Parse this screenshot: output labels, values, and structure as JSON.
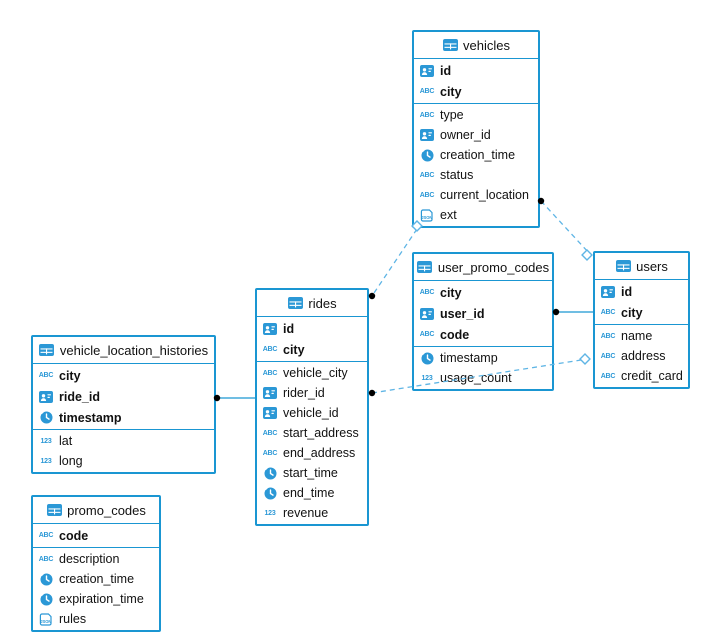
{
  "diagram": {
    "background": "#ffffff",
    "colors": {
      "table_border": "#1a96d2",
      "icon_blue": "#2b98d6",
      "relation_dashed": "#5fb5e5",
      "relation_solid": "#1a96d2",
      "endpoint_dot": "#000000",
      "text": "#111111"
    },
    "icon_glyphs": {
      "text": "ABC",
      "number": "123",
      "json": "JSON"
    }
  },
  "tables": [
    {
      "name": "vehicles",
      "keys": [
        {
          "name": "id",
          "type": "uuid"
        },
        {
          "name": "city",
          "type": "text"
        }
      ],
      "fields": [
        {
          "name": "type",
          "type": "text"
        },
        {
          "name": "owner_id",
          "type": "uuid"
        },
        {
          "name": "creation_time",
          "type": "timestamp"
        },
        {
          "name": "status",
          "type": "text"
        },
        {
          "name": "current_location",
          "type": "text"
        },
        {
          "name": "ext",
          "type": "json"
        }
      ]
    },
    {
      "name": "user_promo_codes",
      "keys": [
        {
          "name": "city",
          "type": "text"
        },
        {
          "name": "user_id",
          "type": "uuid"
        },
        {
          "name": "code",
          "type": "text"
        }
      ],
      "fields": [
        {
          "name": "timestamp",
          "type": "timestamp"
        },
        {
          "name": "usage_count",
          "type": "number"
        }
      ]
    },
    {
      "name": "users",
      "keys": [
        {
          "name": "id",
          "type": "uuid"
        },
        {
          "name": "city",
          "type": "text"
        }
      ],
      "fields": [
        {
          "name": "name",
          "type": "text"
        },
        {
          "name": "address",
          "type": "text"
        },
        {
          "name": "credit_card",
          "type": "text"
        }
      ]
    },
    {
      "name": "rides",
      "keys": [
        {
          "name": "id",
          "type": "uuid"
        },
        {
          "name": "city",
          "type": "text"
        }
      ],
      "fields": [
        {
          "name": "vehicle_city",
          "type": "text"
        },
        {
          "name": "rider_id",
          "type": "uuid"
        },
        {
          "name": "vehicle_id",
          "type": "uuid"
        },
        {
          "name": "start_address",
          "type": "text"
        },
        {
          "name": "end_address",
          "type": "text"
        },
        {
          "name": "start_time",
          "type": "timestamp"
        },
        {
          "name": "end_time",
          "type": "timestamp"
        },
        {
          "name": "revenue",
          "type": "number"
        }
      ]
    },
    {
      "name": "vehicle_location_histories",
      "keys": [
        {
          "name": "city",
          "type": "text"
        },
        {
          "name": "ride_id",
          "type": "uuid"
        },
        {
          "name": "timestamp",
          "type": "timestamp"
        }
      ],
      "fields": [
        {
          "name": "lat",
          "type": "number"
        },
        {
          "name": "long",
          "type": "number"
        }
      ]
    },
    {
      "name": "promo_codes",
      "keys": [
        {
          "name": "code",
          "type": "text"
        }
      ],
      "fields": [
        {
          "name": "description",
          "type": "text"
        },
        {
          "name": "creation_time",
          "type": "timestamp"
        },
        {
          "name": "expiration_time",
          "type": "timestamp"
        },
        {
          "name": "rules",
          "type": "json"
        }
      ]
    }
  ],
  "relations": [
    {
      "from_table": "rides",
      "to_table": "vehicles",
      "style": "dashed",
      "from_marker": "dot",
      "to_marker": "diamond"
    },
    {
      "from_table": "vehicles",
      "to_table": "users",
      "style": "dashed",
      "from_marker": "dot",
      "to_marker": "diamond"
    },
    {
      "from_table": "rides",
      "to_table": "users",
      "style": "dashed",
      "from_marker": "dot",
      "to_marker": "diamond"
    },
    {
      "from_table": "user_promo_codes",
      "to_table": "users",
      "style": "solid",
      "from_marker": "dot",
      "to_marker": "none"
    },
    {
      "from_table": "vehicle_location_histories",
      "to_table": "rides",
      "style": "solid",
      "from_marker": "dot",
      "to_marker": "none"
    }
  ]
}
